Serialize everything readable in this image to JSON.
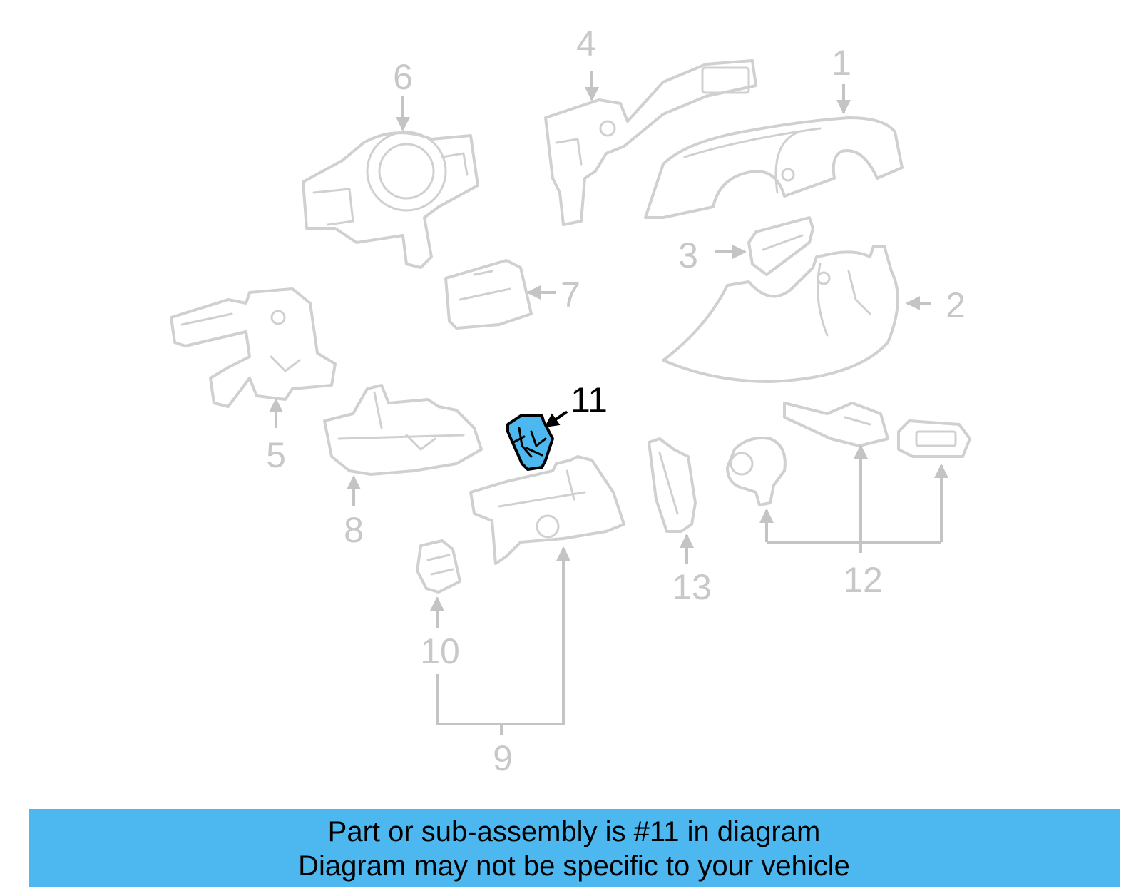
{
  "callouts": {
    "c1": "1",
    "c2": "2",
    "c3": "3",
    "c4": "4",
    "c5": "5",
    "c6": "6",
    "c7": "7",
    "c8": "8",
    "c9": "9",
    "c10": "10",
    "c11": "11",
    "c12": "12",
    "c13": "13"
  },
  "highlighted_part": "11",
  "colors": {
    "highlight": "#4db8f0",
    "banner": "#4db8f0",
    "part_outline": "#d0d0d0",
    "active_text": "#000000"
  },
  "banner": {
    "line1": "Part or sub-assembly is #11 in diagram",
    "line2": "Diagram may not be specific to your vehicle"
  }
}
